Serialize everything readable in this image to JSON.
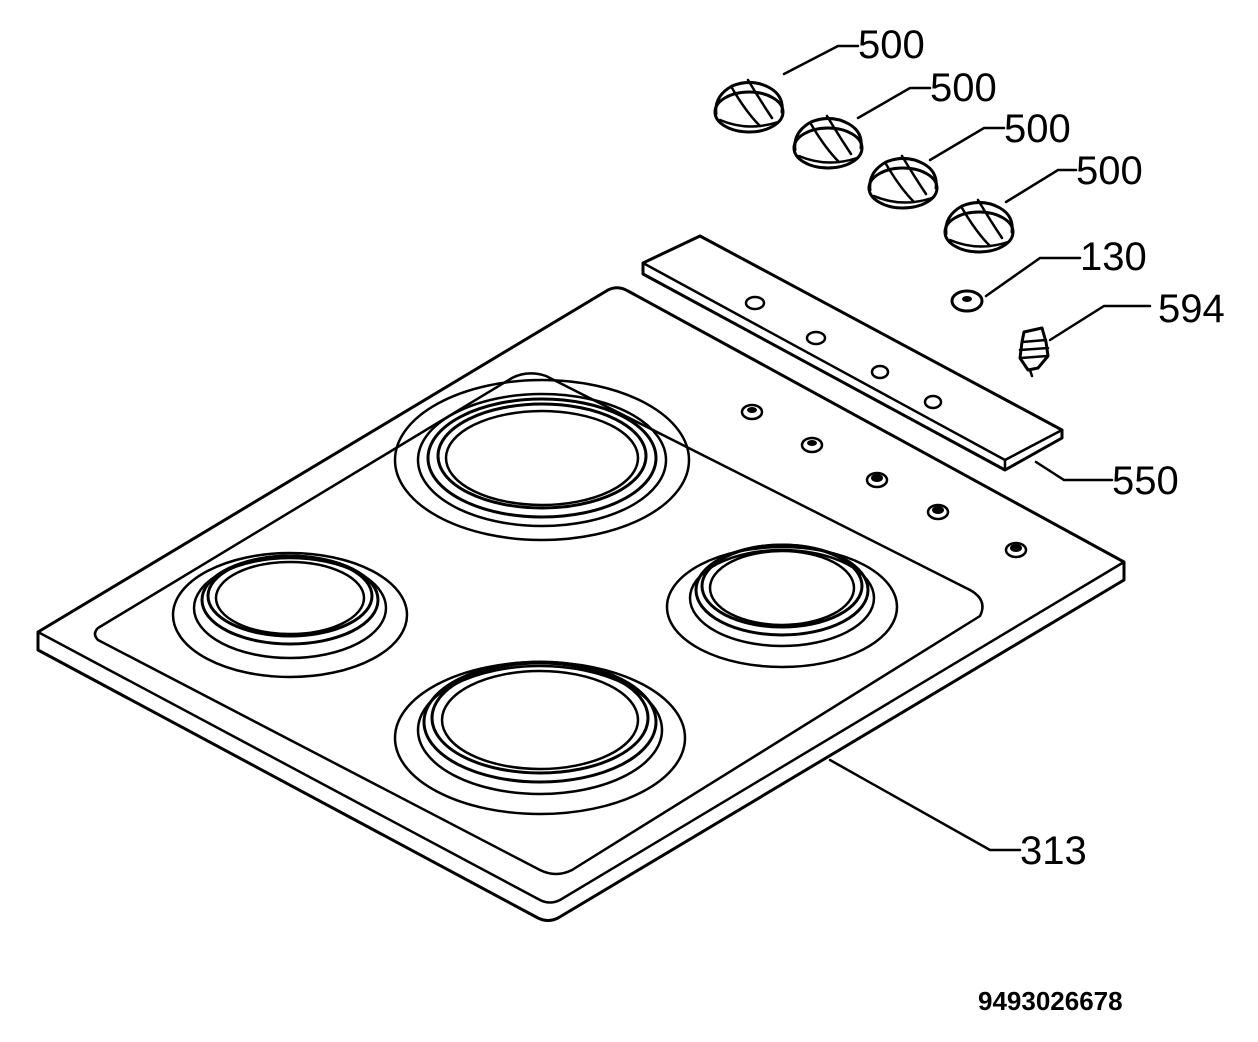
{
  "callouts": {
    "knob_1": "500",
    "knob_2": "500",
    "knob_3": "500",
    "knob_4": "500",
    "spark_cap": "130",
    "igniter": "594",
    "control_panel": "550",
    "hob_top": "313"
  },
  "document_number": "9493026678"
}
